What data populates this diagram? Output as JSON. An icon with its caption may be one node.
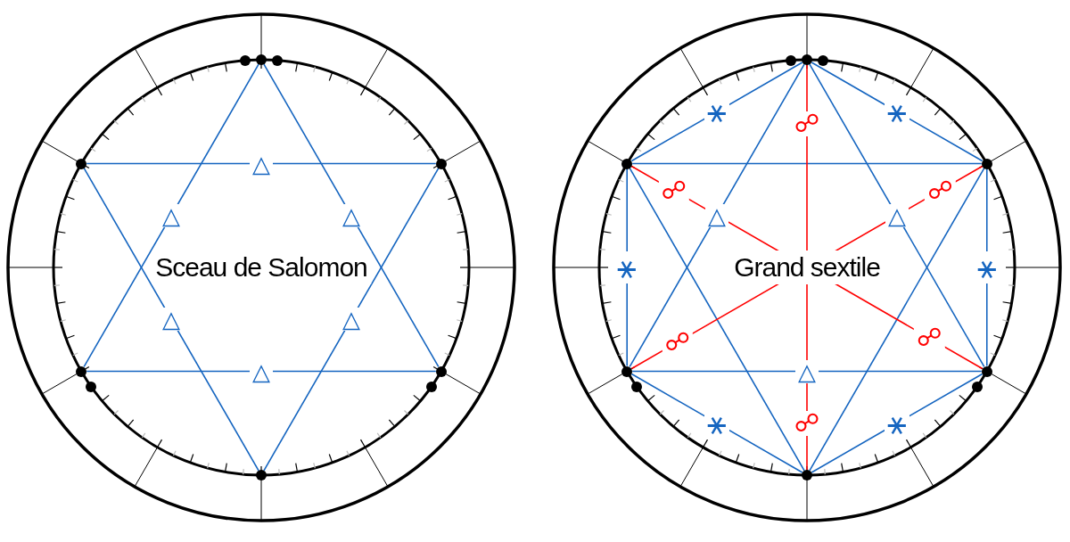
{
  "diagram": {
    "nodes": [
      {
        "text": [
          "Sceau de Salomon"
        ]
      },
      {
        "text": [],
        "shape": "circle",
        "in": 0
      },
      {
        "text": [],
        "shape": "circle",
        "in": 0
      },
      {
        "text": [],
        "shape": "circle",
        "in": 0
      },
      {
        "text": [],
        "shape": "circle",
        "in": 0
      },
      {
        "text": [],
        "shape": "circle",
        "in": 0
      },
      {
        "text": [],
        "shape": "circle",
        "in": 0
      },
      {
        "text": [],
        "shape": "circle",
        "in": 0
      },
      {
        "text": [],
        "shape": "circle",
        "in": 0
      },
      {
        "text": [],
        "shape": "circle",
        "in": 0
      },
      {
        "text": [],
        "shape": "circle",
        "in": 0
      },
      {
        "text": [
          "Grand sextile"
        ]
      },
      {
        "text": [],
        "shape": "circle",
        "in": 11
      },
      {
        "text": [],
        "shape": "circle",
        "in": 11
      },
      {
        "text": [],
        "shape": "circle",
        "in": 11
      },
      {
        "text": [],
        "shape": "circle",
        "in": 11
      },
      {
        "text": [],
        "shape": "circle",
        "in": 11
      },
      {
        "text": [],
        "shape": "circle",
        "in": 11
      },
      {
        "text": [],
        "shape": "circle",
        "in": 11
      },
      {
        "text": [],
        "shape": "circle",
        "in": 11
      },
      {
        "text": [],
        "shape": "circle",
        "in": 11
      },
      {
        "text": [],
        "shape": "circle",
        "in": 11
      }
    ],
    "edges": [
      {
        "from": 2,
        "to": 6,
        "arrow": "none",
        "label": "△"
      },
      {
        "from": 6,
        "to": 7,
        "arrow": "none",
        "label": "△"
      },
      {
        "from": 7,
        "to": 2,
        "arrow": "none",
        "label": "△"
      },
      {
        "from": 4,
        "to": 5,
        "arrow": "none",
        "label": "△"
      },
      {
        "from": 5,
        "to": 10,
        "arrow": "none",
        "label": "△"
      },
      {
        "from": 10,
        "to": 4,
        "arrow": "none",
        "label": "△"
      },
      {
        "from": 13,
        "to": 17,
        "arrow": "none",
        "label": "△"
      },
      {
        "from": 13,
        "to": 18,
        "arrow": "none",
        "label": "△"
      },
      {
        "from": 17,
        "to": 18,
        "arrow": "none",
        "label": "△"
      },
      {
        "from": 15,
        "to": 16,
        "arrow": "none"
      },
      {
        "from": 15,
        "to": 21,
        "arrow": "none"
      },
      {
        "from": 16,
        "to": 21,
        "arrow": "none"
      },
      {
        "from": 13,
        "to": 15,
        "arrow": "none",
        "label": "⚹"
      },
      {
        "from": 13,
        "to": 16,
        "arrow": "none",
        "label": "⚹"
      },
      {
        "from": 15,
        "to": 17,
        "arrow": "none",
        "label": "⚹"
      },
      {
        "from": 16,
        "to": 18,
        "arrow": "none",
        "label": "⚹"
      },
      {
        "from": 17,
        "to": 21,
        "arrow": "none",
        "label": "⚹"
      },
      {
        "from": 18,
        "to": 21,
        "arrow": "none",
        "label": "⚹"
      },
      {
        "from": 13,
        "to": 21,
        "arrow": "none",
        "label": "☍",
        "color": "#ff0000"
      },
      {
        "from": 15,
        "to": 18,
        "arrow": "none",
        "label": "☍",
        "color": "#ff0000"
      },
      {
        "from": 16,
        "to": 17,
        "arrow": "none",
        "label": "☍",
        "color": "#ff0000"
      }
    ],
    "labels": [
      "☍",
      "☍",
      "☍"
    ]
  }
}
